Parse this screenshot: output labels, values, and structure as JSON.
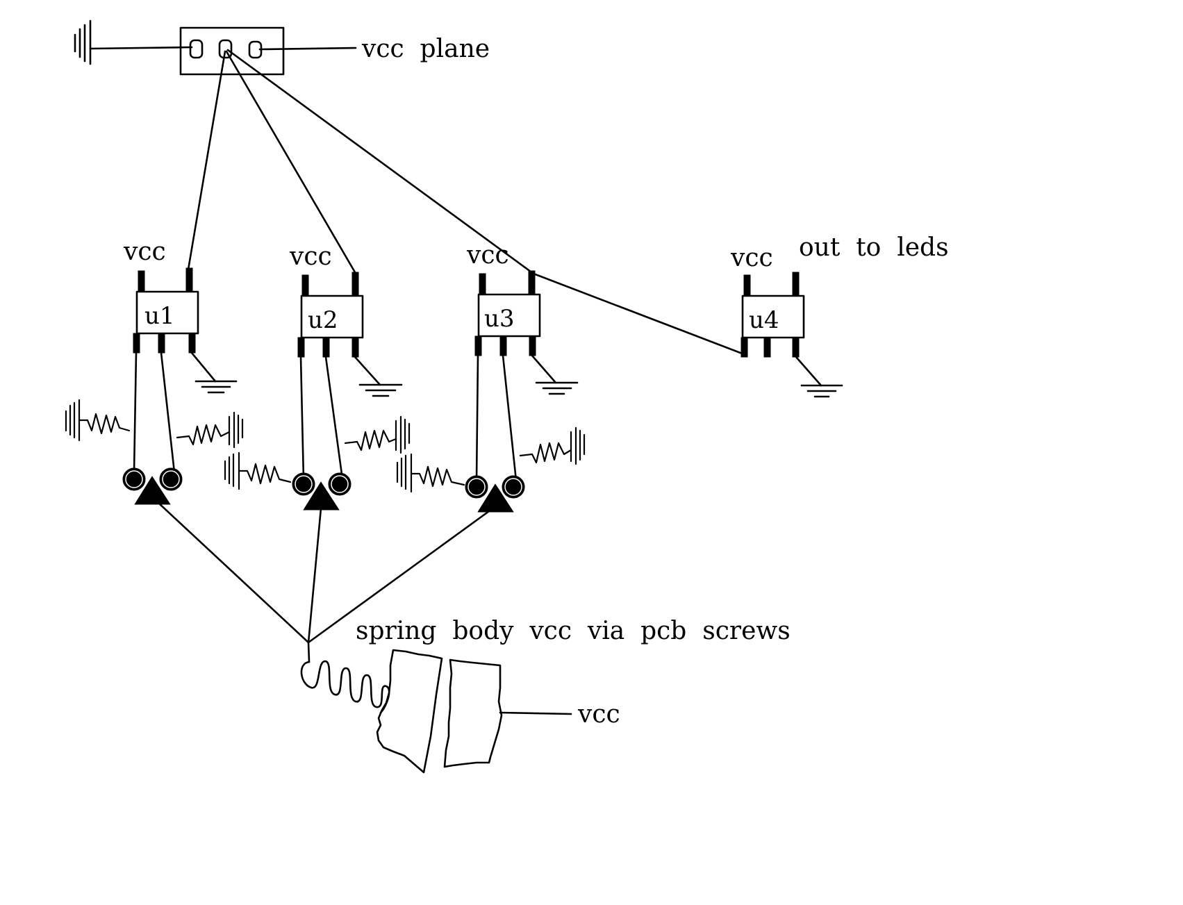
{
  "labels": {
    "vcc_plane": "vcc  plane",
    "out_to_leds": "out  to  leds",
    "spring_note": "spring  body  vcc  via  pcb  screws",
    "vcc_out": "vcc"
  },
  "chips": [
    {
      "name": "u1",
      "vcc_label": "vcc"
    },
    {
      "name": "u2",
      "vcc_label": "vcc"
    },
    {
      "name": "u3",
      "vcc_label": "vcc"
    },
    {
      "name": "u4",
      "vcc_label": "vcc"
    }
  ],
  "colors": {
    "ink": "#000000",
    "paper": "#ffffff"
  }
}
